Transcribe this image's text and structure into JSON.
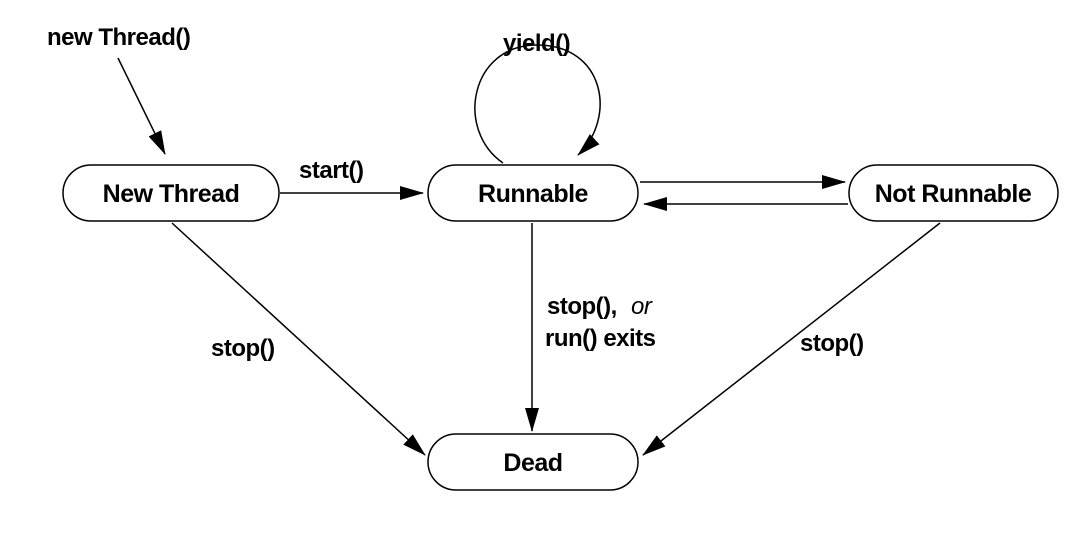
{
  "states": {
    "new_thread": "New Thread",
    "runnable": "Runnable",
    "not_runnable": "Not Runnable",
    "dead": "Dead"
  },
  "transitions": {
    "create": "new Thread()",
    "start": "start()",
    "yield": "yield()",
    "new_stop": "stop()",
    "runnable_stop": "stop(),",
    "runnable_stop_or": "or",
    "runnable_exit": "run() exits",
    "not_runnable_stop": "stop()"
  }
}
